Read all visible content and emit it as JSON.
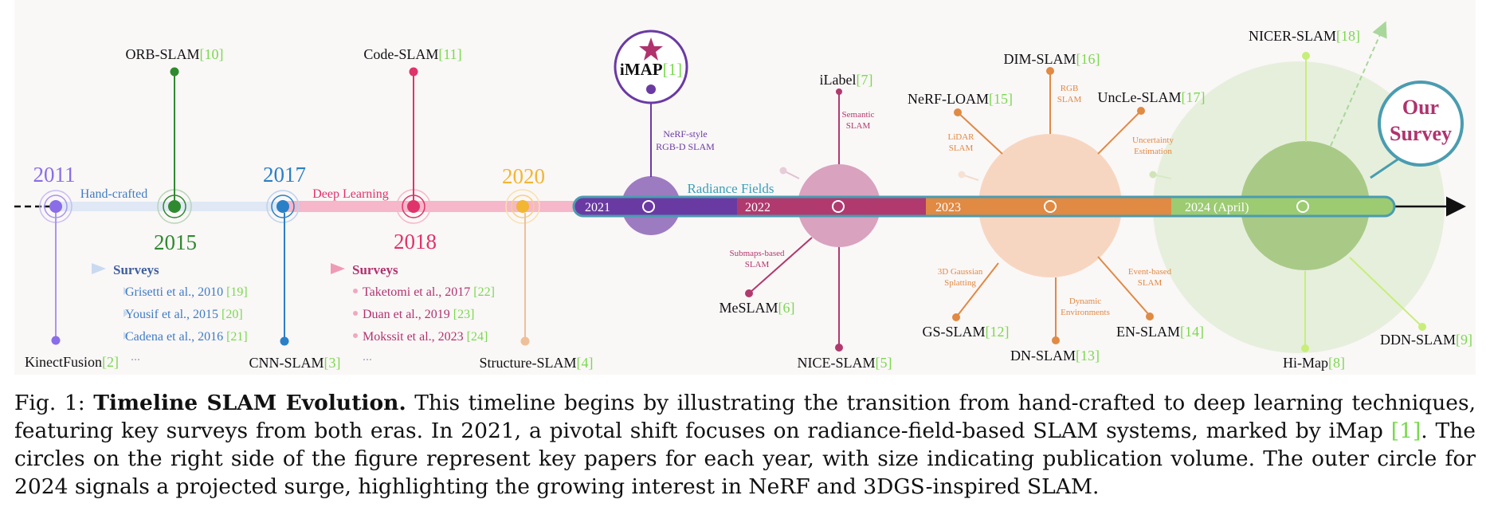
{
  "colors": {
    "hand_crafted": "#3f7cc4",
    "deep_learning": "#e0336b",
    "radiance": "#3aa0b8",
    "year_2011": "#8a6de9",
    "year_2015": "#2f8a2f",
    "year_2017": "#2a80c6",
    "year_2018": "#e0336b",
    "year_2020": "#f2b632",
    "seg_2021": "#6a3aa3",
    "seg_2022": "#b03a6e",
    "seg_2023": "#e08a44",
    "seg_2024": "#9ccb72",
    "cite": "#7ad94e",
    "our_survey": "#b0336e",
    "survey_bubble": "#4a9cb0"
  },
  "eras": {
    "hand_crafted": "Hand-crafted",
    "deep_learning": "Deep Learning",
    "radiance_fields": "Radiance Fields"
  },
  "years": {
    "y2011": "2011",
    "y2015": "2015",
    "y2017": "2017",
    "y2018": "2018",
    "y2020": "2020"
  },
  "bar_segments": {
    "s2021": "2021",
    "s2022": "2022",
    "s2023": "2023",
    "s2024": "2024 (April)"
  },
  "systems": {
    "orb": {
      "name": "ORB-SLAM",
      "ref": "[10]"
    },
    "code": {
      "name": "Code-SLAM",
      "ref": "[11]"
    },
    "imap": {
      "name": "iMAP",
      "ref": "[1]"
    },
    "kinect": {
      "name": "KinectFusion",
      "ref": "[2]"
    },
    "cnn": {
      "name": "CNN-SLAM",
      "ref": "[3]"
    },
    "structure": {
      "name": "Structure-SLAM",
      "ref": "[4]"
    },
    "ilabel": {
      "name": "iLabel",
      "ref": "[7]"
    },
    "meslam": {
      "name": "MeSLAM",
      "ref": "[6]"
    },
    "nice": {
      "name": "NICE-SLAM",
      "ref": "[5]"
    },
    "nerfloam": {
      "name": "NeRF-LOAM",
      "ref": "[15]"
    },
    "dim": {
      "name": "DIM-SLAM",
      "ref": "[16]"
    },
    "uncle": {
      "name": "UncLe-SLAM",
      "ref": "[17]"
    },
    "gs": {
      "name": "GS-SLAM",
      "ref": "[12]"
    },
    "dn": {
      "name": "DN-SLAM",
      "ref": "[13]"
    },
    "en": {
      "name": "EN-SLAM",
      "ref": "[14]"
    },
    "nicer": {
      "name": "NICER-SLAM",
      "ref": "[18]"
    },
    "ddn": {
      "name": "DDN-SLAM",
      "ref": "[9]"
    },
    "himap": {
      "name": "Hi-Map",
      "ref": "[8]"
    }
  },
  "annotations": {
    "nerf_style_1": "NeRF-style",
    "nerf_style_2": "RGB-D SLAM",
    "semantic_1": "Semantic",
    "semantic_2": "SLAM",
    "submaps_1": "Submaps-based",
    "submaps_2": "SLAM",
    "lidar_1": "LiDAR",
    "lidar_2": "SLAM",
    "rgb_1": "RGB",
    "rgb_2": "SLAM",
    "uncert_1": "Uncertainty",
    "uncert_2": "Estimation",
    "gauss_1": "3D Gaussian",
    "gauss_2": "Splatting",
    "dyn_1": "Dynamic",
    "dyn_2": "Environments",
    "event_1": "Event-based",
    "event_2": "SLAM"
  },
  "survey_lists": {
    "left": {
      "title": "Surveys",
      "items": [
        {
          "text": "Grisetti et al., 2010 ",
          "ref": "[19]"
        },
        {
          "text": "Yousif et al., 2015 ",
          "ref": "[20]"
        },
        {
          "text": "Cadena et al., 2016 ",
          "ref": "[21]"
        }
      ],
      "more": "..."
    },
    "right": {
      "title": "Surveys",
      "items": [
        {
          "text": "Taketomi et al., 2017 ",
          "ref": "[22]"
        },
        {
          "text": "Duan et al., 2019 ",
          "ref": "[23]"
        },
        {
          "text": "Mokssit et al., 2023 ",
          "ref": "[24]"
        }
      ],
      "more": "..."
    }
  },
  "our_survey": {
    "line1": "Our",
    "line2": "Survey"
  },
  "caption": {
    "prefix": "Fig. 1: ",
    "title": "Timeline SLAM Evolution.",
    "text1": " This timeline begins by illustrating the transition from hand-crafted to deep learning techniques, featuring key surveys from both eras. In 2021, a pivotal shift focuses on radiance-field-based SLAM systems, marked by iMap ",
    "cite": "[1]",
    "text2": ". The circles on the right side of the figure represent key papers for each year, with size indicating publication volume. The outer circle for 2024 signals a projected surge, highlighting the growing interest in NeRF and 3DGS-inspired SLAM."
  }
}
